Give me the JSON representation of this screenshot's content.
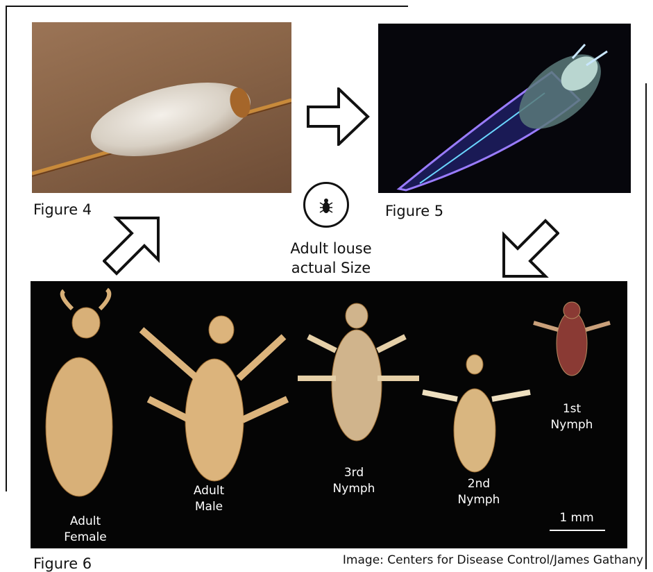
{
  "figures": {
    "fig4_caption": "Figure 4",
    "fig5_caption": "Figure 5",
    "fig6_caption": "Figure 6"
  },
  "scale_icon": {
    "label_line1": "Adult louse",
    "label_line2": "actual Size",
    "icon": "louse-icon"
  },
  "stages": [
    {
      "line1": "Adult",
      "line2": "Female"
    },
    {
      "line1": "Adult",
      "line2": "Male"
    },
    {
      "line1": "3rd",
      "line2": "Nymph"
    },
    {
      "line1": "2nd",
      "line2": "Nymph"
    },
    {
      "line1": "1st",
      "line2": "Nymph"
    }
  ],
  "scale_bar": {
    "label": "1 mm"
  },
  "credit": "Image: Centers for Disease Control/James Gathany",
  "arrows": [
    "arrow-right-icon",
    "arrow-down-left-icon",
    "arrow-up-right-icon"
  ],
  "colors": {
    "photo_bg_dark": "#050505",
    "nit_bg": "#8a6a50",
    "louse_body": "#d9b27a"
  }
}
